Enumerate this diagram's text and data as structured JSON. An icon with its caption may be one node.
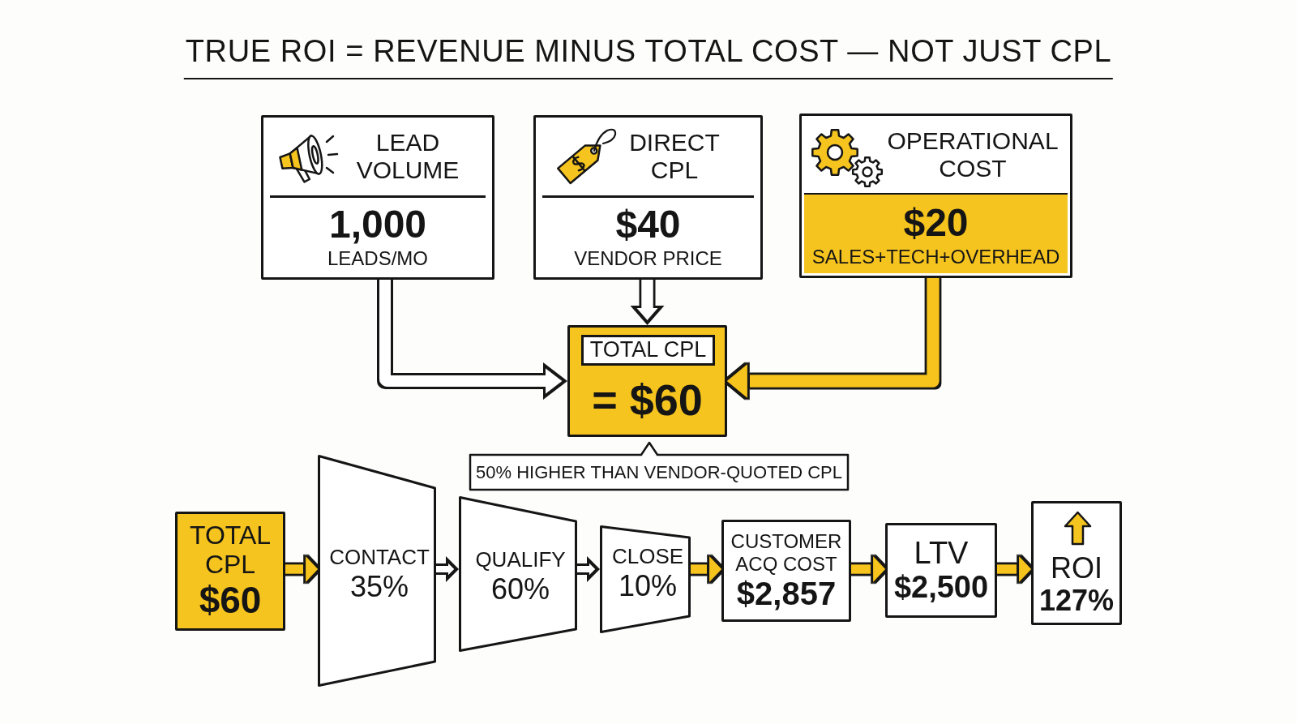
{
  "diagram": {
    "title": "TRUE ROI = REVENUE MINUS TOTAL COST — NOT JUST CPL",
    "nodes": [
      {
        "text": [
          "LEAD VOLUME",
          "1,000",
          "LEADS/MO"
        ]
      },
      {
        "text": [
          "DIRECT CPL",
          "$40",
          "VENDOR PRICE"
        ]
      },
      {
        "text": [
          "OPERATIONAL COST",
          "$20",
          "SALES+TECH+OVERHEAD"
        ]
      },
      {
        "text": [
          "= $60"
        ]
      },
      {
        "text": [
          "TOTAL CPL"
        ],
        "in": 3
      },
      {
        "text": [
          "50% HIGHER THAN VENDOR-QUOTED CPL"
        ]
      },
      {
        "text": [
          "TOTAL CPL",
          "$60"
        ]
      },
      {
        "text": [
          "CONTACT",
          "35%"
        ]
      },
      {
        "text": [
          "QUALIFY",
          "60%"
        ]
      },
      {
        "text": [
          "CLOSE",
          "10%"
        ]
      },
      {
        "text": [
          "CUSTOMER ACQ COST",
          "$2,857"
        ]
      },
      {
        "text": [
          "LTV",
          "$2,500"
        ]
      },
      {
        "text": [
          "ROI",
          "127%"
        ]
      }
    ],
    "edges": [
      {
        "from": 0,
        "to": 3,
        "arrow": "to",
        "color": "#151515"
      },
      {
        "from": 1,
        "to": 3,
        "arrow": "to",
        "color": "#151515"
      },
      {
        "from": 2,
        "to": 3,
        "arrow": "to"
      },
      {
        "from": 6,
        "to": 7,
        "arrow": "to"
      },
      {
        "from": 7,
        "to": 8,
        "arrow": "to",
        "color": "#151515"
      },
      {
        "from": 8,
        "to": 9,
        "arrow": "to",
        "color": "#151515"
      },
      {
        "from": 9,
        "to": 10,
        "arrow": "to"
      },
      {
        "from": 10,
        "to": 11,
        "arrow": "to"
      },
      {
        "from": 11,
        "to": 12,
        "arrow": "to"
      }
    ]
  }
}
